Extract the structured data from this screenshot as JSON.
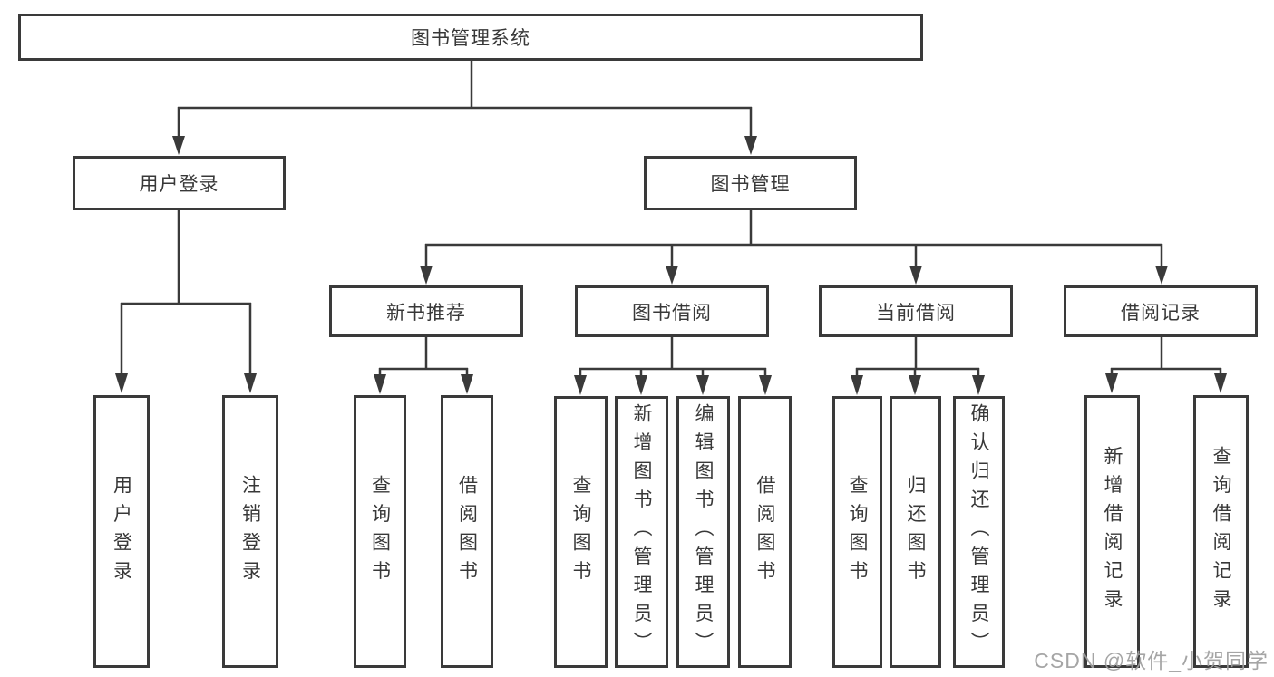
{
  "tree": {
    "root": {
      "label": "图书管理系统"
    },
    "branches": [
      {
        "label": "用户登录",
        "children": [
          "用户登录",
          "注销登录"
        ]
      },
      {
        "label": "图书管理",
        "children": [
          {
            "label": "新书推荐",
            "children": [
              "查询图书",
              "借阅图书"
            ]
          },
          {
            "label": "图书借阅",
            "children": [
              "查询图书",
              "新增图书（管理员）",
              "编辑图书（管理员）",
              "借阅图书"
            ]
          },
          {
            "label": "当前借阅",
            "children": [
              "查询图书",
              "归还图书",
              "确认归还（管理员）"
            ]
          },
          {
            "label": "借阅记录",
            "children": [
              "新增借阅记录",
              "查询借阅记录"
            ]
          }
        ]
      }
    ]
  },
  "watermark": "CSDN @软件_小贺同学",
  "colors": {
    "line": "#3a3a3a",
    "text": "#383838",
    "background": "#ffffff",
    "watermark": "#9e9e9e"
  }
}
